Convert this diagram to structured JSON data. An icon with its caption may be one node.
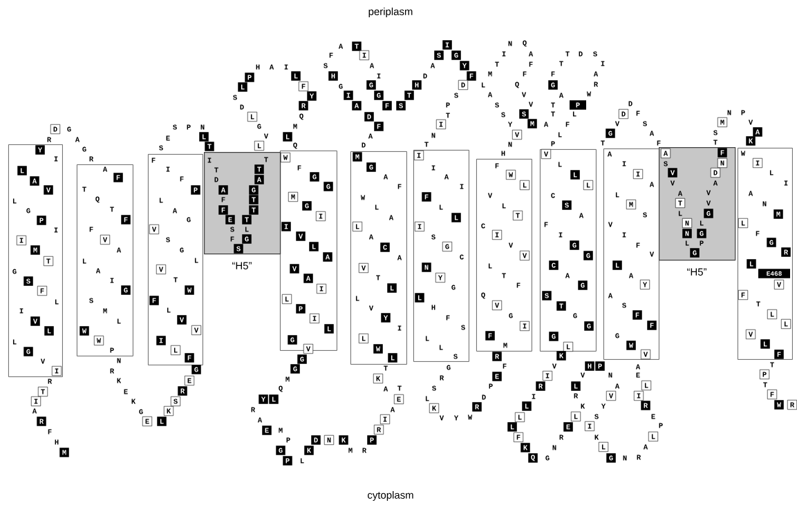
{
  "diagram": {
    "nodes": [
      {
        "text": [
          "Y",
          "I",
          "L",
          "A",
          "V",
          "L",
          "G",
          "P",
          "I",
          "I",
          "M",
          "T",
          "G",
          "S",
          "F",
          "L",
          "I",
          "V",
          "L",
          "L",
          "G",
          "V",
          "I"
        ]
      },
      {
        "text": [
          "A",
          "F",
          "T",
          "Q",
          "T",
          "F",
          "F",
          "V",
          "A",
          "L",
          "A",
          "I",
          "G",
          "S",
          "M",
          "L",
          "W",
          "W",
          "P"
        ]
      },
      {
        "text": [
          "F",
          "I",
          "F",
          "P",
          "L",
          "A",
          "G",
          "V",
          "S",
          "G",
          "L",
          "V",
          "T",
          "W",
          "F",
          "L",
          "V",
          "V",
          "I",
          "L",
          "F"
        ]
      },
      {
        "text": [
          "I",
          "T",
          "T",
          "T",
          "D",
          "A",
          "A",
          "G",
          "F",
          "T",
          "F",
          "T",
          "E",
          "T",
          "S",
          "L",
          "F",
          "G",
          "S"
        ],
        "beside": [
          "“H5”"
        ]
      },
      {
        "text": [
          "W",
          "F",
          "G",
          "G",
          "M",
          "G",
          "I",
          "I",
          "V",
          "L",
          "A",
          "V",
          "A",
          "I",
          "L",
          "P",
          "I",
          "L",
          "G",
          "V"
        ]
      },
      {
        "text": [
          "M",
          "G",
          "A",
          "F",
          "W",
          "L",
          "A",
          "L",
          "A",
          "C",
          "A",
          "V",
          "T",
          "L",
          "L",
          "V",
          "Y",
          "I",
          "L",
          "W",
          "L"
        ]
      },
      {
        "text": [
          "I",
          "I",
          "A",
          "I",
          "F",
          "L",
          "L",
          "I",
          "S",
          "G",
          "C",
          "N",
          "Y",
          "G",
          "L",
          "H",
          "F",
          "S",
          "L",
          "L",
          "S"
        ]
      },
      {
        "text": [
          "F",
          "W",
          "L",
          "V",
          "L",
          "T",
          "C",
          "I",
          "V",
          "V",
          "L",
          "T",
          "F",
          "Q",
          "V",
          "G",
          "I",
          "F",
          "M"
        ]
      },
      {
        "text": [
          "V",
          "L",
          "L",
          "L",
          "C",
          "S",
          "A",
          "F",
          "I",
          "G",
          "G",
          "C",
          "A",
          "G",
          "S",
          "T",
          "G",
          "G",
          "G",
          "L"
        ]
      },
      {
        "text": [
          "A",
          "I",
          "I",
          "A",
          "L",
          "M",
          "S",
          "V",
          "I",
          "F",
          "V",
          "L",
          "A",
          "Y",
          "A",
          "S",
          "F",
          "F",
          "G",
          "W",
          "V"
        ]
      },
      {
        "text": [
          "A",
          "F",
          "S",
          "N",
          "V",
          "D",
          "V",
          "A",
          "A",
          "V",
          "T",
          "V",
          "L",
          "G",
          "N",
          "L",
          "N",
          "G",
          "L",
          "P",
          "G"
        ],
        "beside": [
          "“H5”"
        ]
      },
      {
        "text": [
          "W",
          "I",
          "L",
          "I",
          "A",
          "N",
          "M",
          "L",
          "F",
          "G",
          "R",
          "L",
          "E468",
          "V",
          "F",
          "T",
          "L",
          "L",
          "V",
          "L",
          "F"
        ]
      }
    ],
    "labels": [
      "periplasm",
      "R",
      "T",
      "I",
      "A",
      "R",
      "F",
      "H",
      "M",
      "R",
      "D",
      "G",
      "A",
      "G",
      "R",
      "N",
      "R",
      "K",
      "E",
      "K",
      "G",
      "E",
      "L",
      "K",
      "S",
      "R",
      "E",
      "G",
      "S",
      "E",
      "S",
      "P",
      "N",
      "L",
      "T",
      "L",
      "V",
      "G",
      "L",
      "D",
      "S",
      "L",
      "P",
      "H",
      "A",
      "I",
      "L",
      "F",
      "Y",
      "R",
      "Q",
      "M",
      "L",
      "Q",
      "D",
      "A",
      "F",
      "D",
      "A",
      "I",
      "G",
      "H",
      "S",
      "F",
      "A",
      "T",
      "I",
      "A",
      "I",
      "G",
      "G",
      "F",
      "S",
      "T",
      "H",
      "D",
      "A",
      "S",
      "I",
      "G",
      "Y",
      "F",
      "D",
      "S",
      "P",
      "T",
      "I",
      "N",
      "T",
      "G",
      "G",
      "M",
      "Q",
      "Y",
      "L",
      "R",
      "A",
      "E",
      "M",
      "P",
      "G",
      "P",
      "L",
      "K",
      "D",
      "N",
      "K",
      "M",
      "R",
      "P",
      "R",
      "I",
      "A",
      "E",
      "A",
      "T",
      "K",
      "T",
      "G",
      "R",
      "S",
      "L",
      "K",
      "V",
      "Y",
      "W",
      "R",
      "D",
      "P",
      "E",
      "F",
      "R",
      "H",
      "N",
      "V",
      "Y",
      "S",
      "S",
      "A",
      "L",
      "M",
      "T",
      "I",
      "N",
      "Q",
      "A",
      "F",
      "F",
      "Q",
      "V",
      "V",
      "S",
      "M",
      "A",
      "F",
      "L",
      "P",
      "T",
      "T",
      "A",
      "G",
      "F",
      "T",
      "T",
      "D",
      "S",
      "I",
      "A",
      "R",
      "W",
      "P",
      "L",
      "T",
      "G",
      "V",
      "D",
      "D",
      "F",
      "S",
      "A",
      "F",
      "K",
      "V",
      "I",
      "R",
      "I",
      "L",
      "L",
      "L",
      "F",
      "K",
      "Q",
      "G",
      "N",
      "R",
      "E",
      "L",
      "K",
      "R",
      "L",
      "V",
      "H",
      "P",
      "N",
      "A",
      "V",
      "Y",
      "S",
      "I",
      "K",
      "L",
      "G",
      "N",
      "R",
      "A",
      "L",
      "P",
      "E",
      "R",
      "I",
      "L",
      "E",
      "A",
      "T",
      "S",
      "M",
      "N",
      "P",
      "V",
      "A",
      "K",
      "T",
      "P",
      "T",
      "F",
      "W",
      "R",
      "cytoplasm"
    ]
  }
}
